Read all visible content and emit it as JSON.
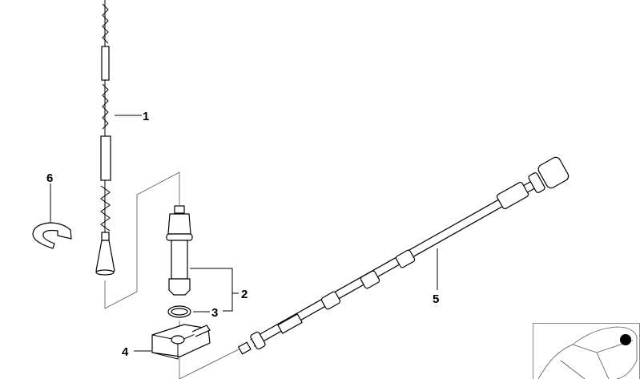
{
  "diagram": {
    "callouts": [
      {
        "id": "1",
        "label": "1"
      },
      {
        "id": "2",
        "label": "2"
      },
      {
        "id": "3",
        "label": "3"
      },
      {
        "id": "4",
        "label": "4"
      },
      {
        "id": "5",
        "label": "5"
      },
      {
        "id": "6",
        "label": "6"
      }
    ],
    "locator_marker_color": "#000000",
    "line_color": "#000000",
    "background": "#ffffff"
  }
}
